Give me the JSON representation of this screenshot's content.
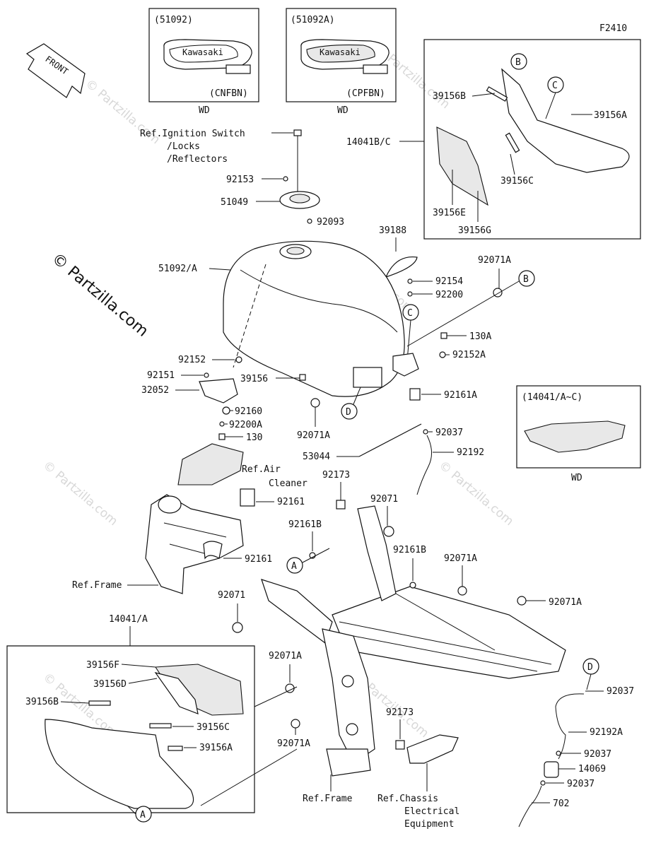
{
  "diagram_code": "F2410",
  "watermark": {
    "main": "© Partzilla.com",
    "faint": "© Partzilla.com"
  },
  "front_arrow": {
    "label": "FRONT"
  },
  "insets": {
    "tank_a": {
      "code": "(51092)",
      "variant": "(CNFBN)",
      "note": "WD"
    },
    "tank_b": {
      "code": "(51092A)",
      "variant": "(CPFBN)",
      "note": "WD"
    },
    "cover_bc": {
      "ref": "14041B/C"
    },
    "cover_ac": {
      "code": "(14041/A~C)",
      "note": "WD"
    },
    "cover_a": {
      "ref": "14041/A"
    }
  },
  "labels": {
    "ignition_ref": "Ref.Ignition Switch",
    "locks": "/Locks",
    "reflectors": "/Reflectors",
    "p92153": "92153",
    "p51049": "51049",
    "p92093": "92093",
    "p39188": "39188",
    "p51092a": "51092/A",
    "p92071a_1": "92071A",
    "p92154": "92154",
    "p92200": "92200",
    "p130a": "130A",
    "p92152a": "92152A",
    "p92161a": "92161A",
    "p92152": "92152",
    "p92151": "92151",
    "p32052": "32052",
    "p39156": "39156",
    "p92160": "92160",
    "p92200a": "92200A",
    "p130": "130",
    "p92071a_2": "92071A",
    "p92037_1": "92037",
    "p53044": "53044",
    "p92192": "92192",
    "ref_air": "Ref.Air",
    "cleaner": "Cleaner",
    "p92173_1": "92173",
    "p92161_1": "92161",
    "p92071_1": "92071",
    "p92161b_1": "92161B",
    "p92161b_2": "92161B",
    "p92071a_3": "92071A",
    "p92161_2": "92161",
    "ref_frame_1": "Ref.Frame",
    "p92071_2": "92071",
    "p92071a_4": "92071A",
    "p92071a_5": "92071A",
    "p92071a_6": "92071A",
    "p92173_2": "92173",
    "p92037_2": "92037",
    "p92192a": "92192A",
    "p92037_3": "92037",
    "p14069": "14069",
    "p92037_4": "92037",
    "p702": "702",
    "ref_frame_2": "Ref.Frame",
    "ref_chassis": "Ref.Chassis",
    "electrical": "Electrical",
    "equipment": "Equipment",
    "p39156b_1": "39156B",
    "p39156a_1": "39156A",
    "p39156c_1": "39156C",
    "p39156e": "39156E",
    "p39156g": "39156G",
    "p39156f": "39156F",
    "p39156d": "39156D",
    "p39156b_2": "39156B",
    "p39156c_2": "39156C",
    "p39156a_2": "39156A"
  },
  "callouts": {
    "b_top": "B",
    "c_top": "C",
    "b_mid": "B",
    "c_mid": "C",
    "d_mid": "D",
    "a_mid": "A",
    "d_right": "D",
    "a_bottom": "A"
  }
}
